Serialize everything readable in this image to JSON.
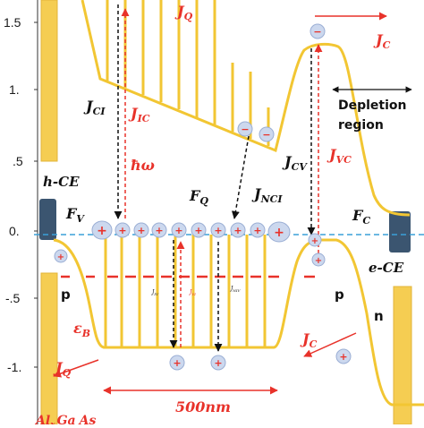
{
  "y_ticks": [
    "1.5",
    "1.",
    ".5",
    "0.",
    "-.5",
    "-1."
  ],
  "labels": {
    "jq_top": "J",
    "jq_top_sub": "Q",
    "jc_top": "J",
    "jc_top_sub": "C",
    "jci": "J",
    "jci_sub": "CI",
    "jic": "J",
    "jic_sub": "IC",
    "hw": "ħω",
    "fq": "F",
    "fq_sub": "Q",
    "jnci": "J",
    "jnci_sub": "NCI",
    "jcv": "J",
    "jcv_sub": "CV",
    "jvc": "J",
    "jvc_sub": "VC",
    "depletion_line1": "Depletion",
    "depletion_line2": "region",
    "hce": "h-CE",
    "ece": "e-CE",
    "fv": "F",
    "fv_sub": "V",
    "fc": "F",
    "fc_sub": "C",
    "p_left": "p",
    "p_right": "p",
    "n_right": "n",
    "eps": "ε",
    "eps_sub": "B",
    "jc_bottom": "J",
    "jc_bottom_sub": "C",
    "jq_bottom": "J",
    "jq_bottom_sub": "Q",
    "width_label": "500nm",
    "small_jiv": "J",
    "small_jiv_sub": "IV",
    "small_jvi": "J",
    "small_jvi_sub": "VI",
    "small_jniv": "J",
    "small_jniv_sub": "NIV",
    "bottom_material": "Al",
    "bottom_material_sub": "x",
    "bottom_material_2": "Ga",
    "bottom_material_3": "As",
    "plus": "+",
    "minus": "−"
  },
  "colors": {
    "band": "#f2c633",
    "band_stroke": "#e8b820",
    "red": "#e8322a",
    "axis": "#333333",
    "fermi": "#3aa0d8",
    "contact_gold": "#f5cd52",
    "contact_dark": "#3b5570",
    "carrier_fill": "#ccd8ee",
    "carrier_stroke": "#9aaed4"
  }
}
